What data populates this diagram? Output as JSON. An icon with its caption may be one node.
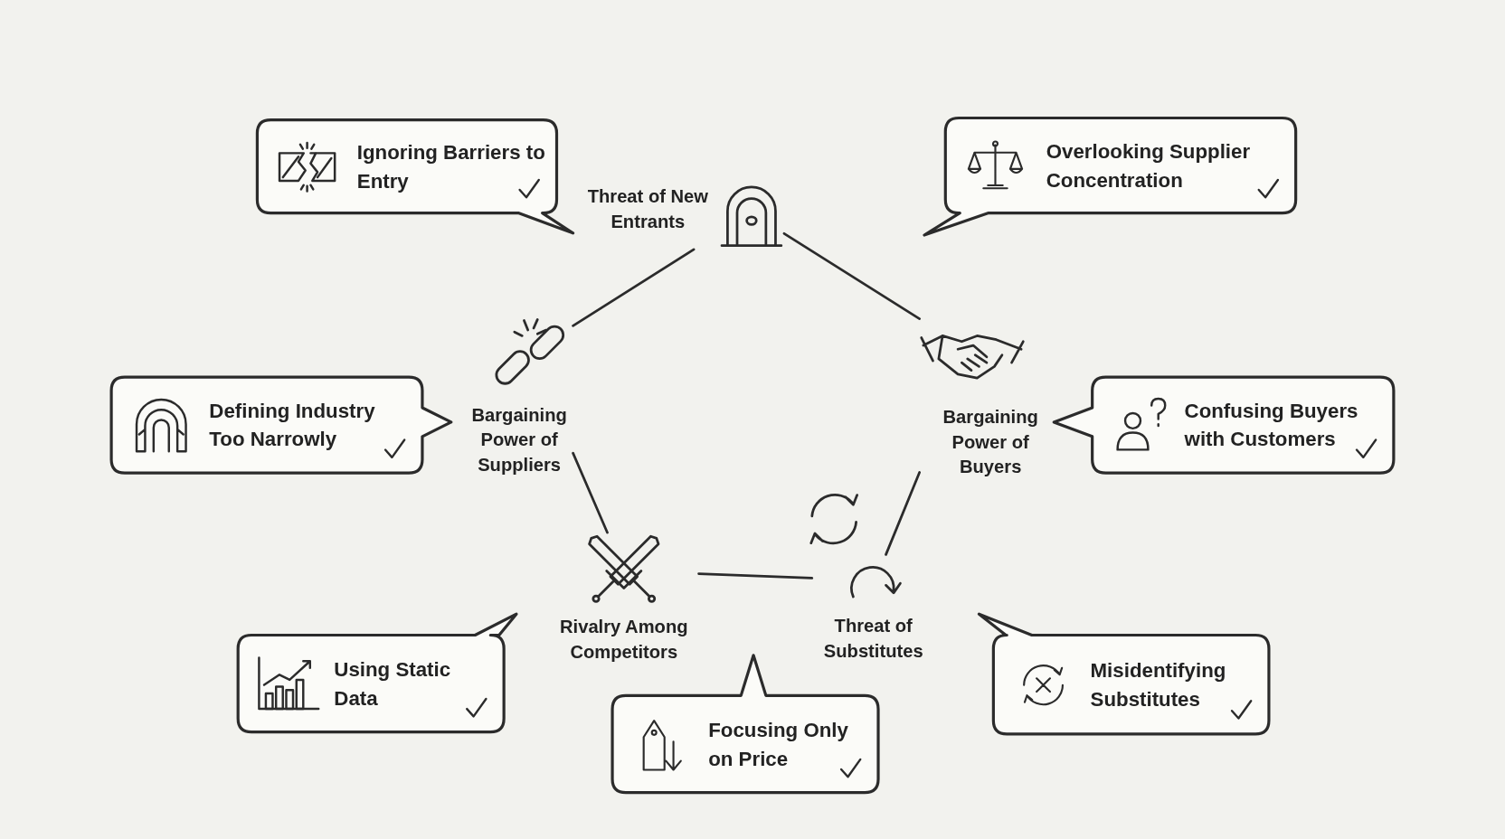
{
  "diagram": {
    "nodes": [
      {
        "text": [
          "Ignoring Barriers to Entry"
        ]
      },
      {
        "text": [
          "Overlooking Supplier Concentration"
        ]
      },
      {
        "text": [
          "Threat of New Entrants"
        ]
      },
      {
        "text": [
          "Bargaining Power of Suppliers"
        ]
      },
      {
        "text": [
          "Bargaining Power of Buyers"
        ]
      },
      {
        "text": [
          "Defining Industry Too Narrowly"
        ]
      },
      {
        "text": [
          "Confusing Buyers with Customers"
        ]
      },
      {
        "text": [
          "Rivalry Among Competitors"
        ]
      },
      {
        "text": [
          "Threat of Substitutes"
        ]
      },
      {
        "text": [
          "Using Static Data"
        ]
      },
      {
        "text": [
          "Focusing Only on Price"
        ]
      },
      {
        "text": [
          "Misidentifying Substitutes"
        ]
      }
    ],
    "edges": [
      {
        "from": 2,
        "to": 3,
        "arrow": "none"
      },
      {
        "from": 2,
        "to": 4,
        "arrow": "none"
      },
      {
        "from": 3,
        "to": 7,
        "arrow": "none"
      },
      {
        "from": 4,
        "to": 8,
        "arrow": "none"
      },
      {
        "from": 7,
        "to": 8,
        "arrow": "none"
      }
    ]
  }
}
